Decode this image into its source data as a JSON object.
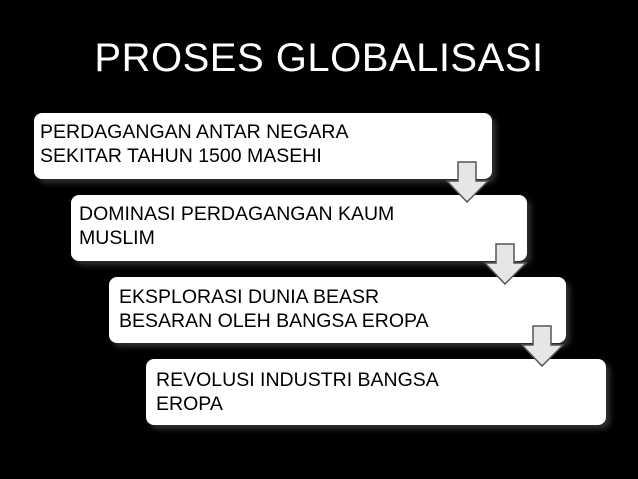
{
  "title": "PROSES GLOBALISASI",
  "steps": [
    {
      "text": "PERDAGANGAN ANTAR NEGARA\nSEKITAR TAHUN 1500 MASEHI"
    },
    {
      "text": "DOMINASI PERDAGANGAN KAUM\nMUSLIM"
    },
    {
      "text": "EKSPLORASI DUNIA BEASR\nBESARAN OLEH BANGSA EROPA"
    },
    {
      "text": "REVOLUSI INDUSTRI BANGSA\nEROPA"
    }
  ],
  "colors": {
    "background": "#000000",
    "box": "#ffffff",
    "arrow_fill": "#e6e6e6",
    "arrow_stroke": "#555555"
  },
  "icons": [
    "down-arrow-icon",
    "down-arrow-icon",
    "down-arrow-icon"
  ]
}
